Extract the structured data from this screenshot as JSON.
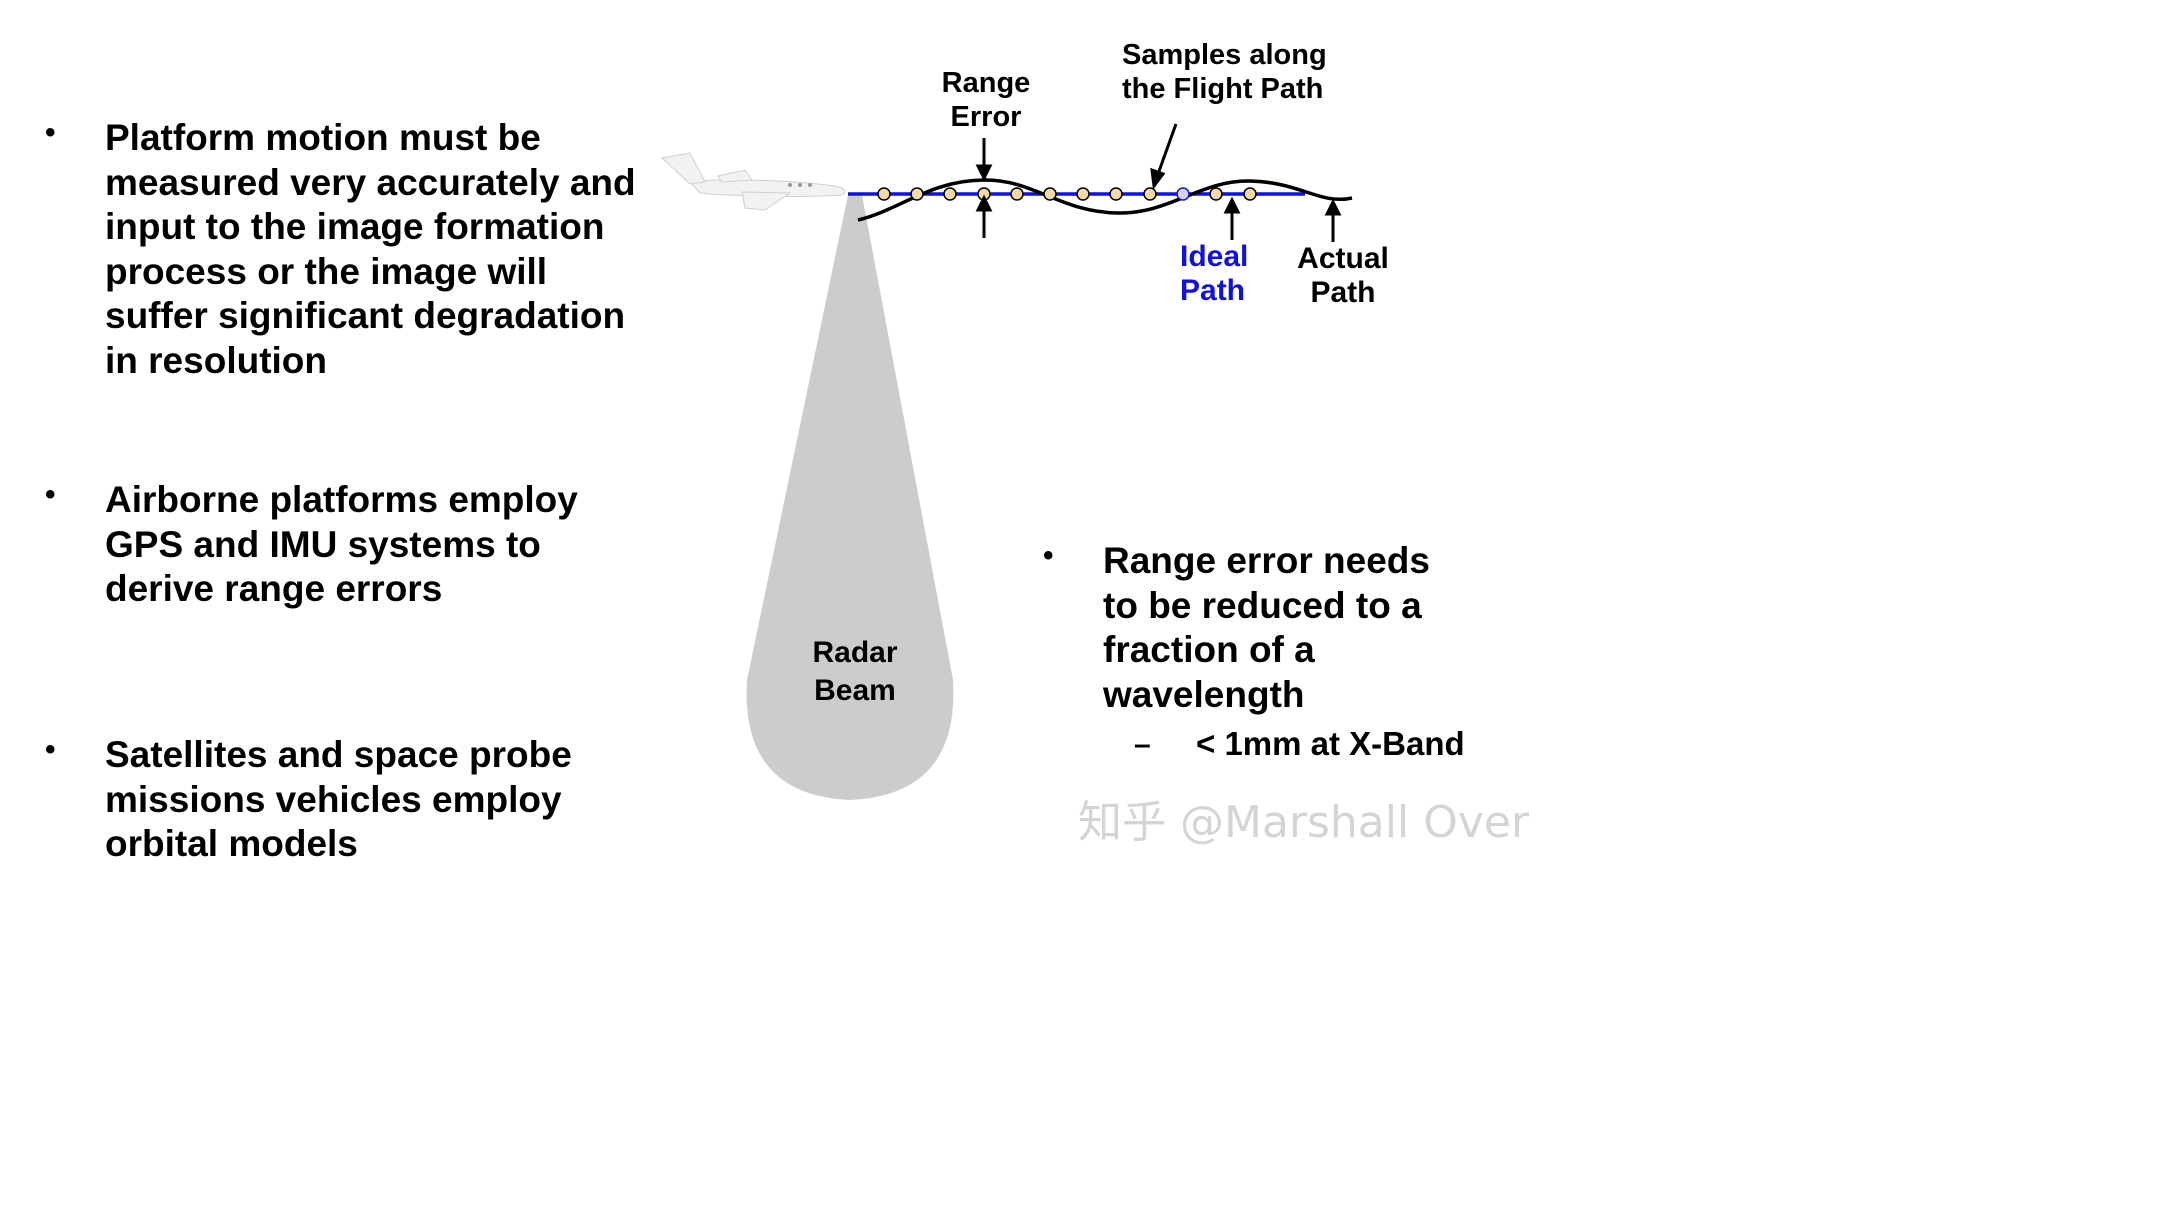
{
  "bullets": {
    "b1": "Platform motion must be\nmeasured very accurately and\ninput to the  image formation\nprocess or the image will\nsuffer significant degradation\nin resolution",
    "b2": "Airborne platforms employ\nGPS and IMU systems to\nderive range errors",
    "b3": "Satellites and space probe\nmissions vehicles employ\norbital models",
    "b4": "Range error needs\nto be reduced to a\nfraction of a\nwavelength"
  },
  "bullet_symbol": "•",
  "sub_bullet": {
    "dash": "–",
    "text": "< 1mm at X-Band"
  },
  "diagram": {
    "range_error_label": "Range\nError",
    "samples_label": "Samples along\nthe Flight Path",
    "ideal_path_label": "Ideal\nPath",
    "actual_path_label": "Actual\nPath",
    "radar_beam_label": "Radar\nBeam",
    "colors": {
      "ideal_path": "#1010e0",
      "actual_path": "#000000",
      "sample_fill": "#f5d9a8",
      "beam": "#cccccc"
    }
  },
  "watermark": "知乎 @Marshall Over"
}
